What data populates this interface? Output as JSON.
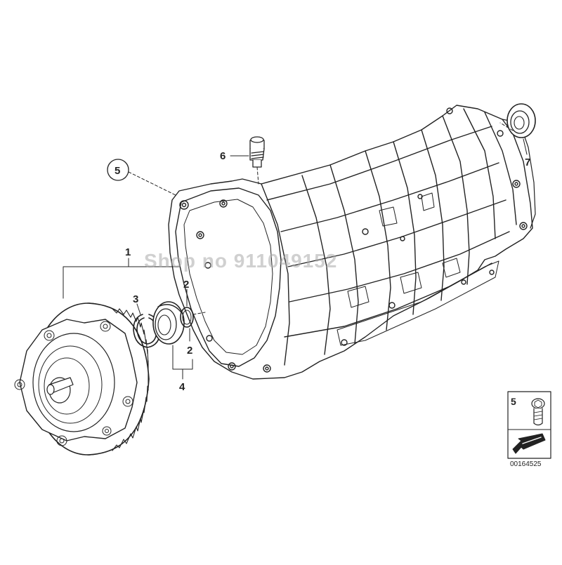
{
  "diagram": {
    "watermark": "Shop no 911049152",
    "diagram_id": "00164525",
    "parts": {
      "torque_converter": "1",
      "o_ring_upper": "2",
      "o_ring_lower": "2",
      "snap_ring": "3",
      "seal_set": "4",
      "housing_screw": "5",
      "breather_plug": "6",
      "output_shaft_seal": "7"
    },
    "inset": {
      "part_number": "5",
      "icon": "torx-bolt-icon",
      "direction_icon": "direction-arrow-icon"
    }
  }
}
